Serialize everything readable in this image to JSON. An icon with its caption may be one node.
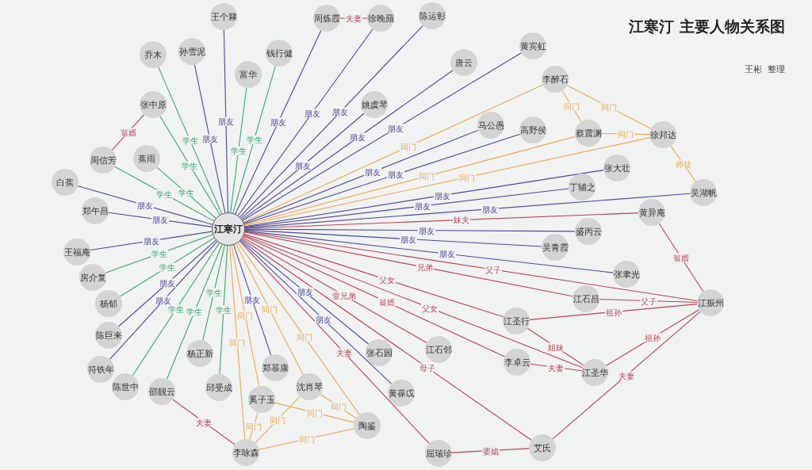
{
  "diagram": {
    "title": "江寒汀 主要人物关系图",
    "labels": [
      "王彬  整理"
    ],
    "nodes": [
      {
        "text": [
          "江寒汀"
        ]
      },
      {
        "text": [
          "王个簃"
        ]
      },
      {
        "text": [
          "周炼霞"
        ]
      },
      {
        "text": [
          "徐晚蘋"
        ]
      },
      {
        "text": [
          "陈运彰"
        ]
      },
      {
        "text": [
          "乔木"
        ]
      },
      {
        "text": [
          "孙雪泥"
        ]
      },
      {
        "text": [
          "富华"
        ]
      },
      {
        "text": [
          "钱行健"
        ]
      },
      {
        "text": [
          "张中原"
        ]
      },
      {
        "text": [
          "周信芳"
        ]
      },
      {
        "text": [
          "蕉雨"
        ]
      },
      {
        "text": [
          "白蕉"
        ]
      },
      {
        "text": [
          "郑午昌"
        ]
      },
      {
        "text": [
          "王福庵"
        ]
      },
      {
        "text": [
          "房介复"
        ]
      },
      {
        "text": [
          "杨郁"
        ]
      },
      {
        "text": [
          "陈巨来"
        ]
      },
      {
        "text": [
          "符铁年"
        ]
      },
      {
        "text": [
          "陈世中"
        ]
      },
      {
        "text": [
          "邵靓云"
        ]
      },
      {
        "text": [
          "杨正新"
        ]
      },
      {
        "text": [
          "邱受成"
        ]
      },
      {
        "text": [
          "郑慕康"
        ]
      },
      {
        "text": [
          "奚子玉"
        ]
      },
      {
        "text": [
          "沈肖琴"
        ]
      },
      {
        "text": [
          "陶鉴"
        ]
      },
      {
        "text": [
          "李咏森"
        ]
      },
      {
        "text": [
          "张石园"
        ]
      },
      {
        "text": [
          "黄葆戉"
        ]
      },
      {
        "text": [
          "江石邻"
        ]
      },
      {
        "text": [
          "屈瑞珍"
        ]
      },
      {
        "text": [
          "艾氏"
        ]
      },
      {
        "text": [
          "李卓云"
        ]
      },
      {
        "text": [
          "江圣华"
        ]
      },
      {
        "text": [
          "江圣行"
        ]
      },
      {
        "text": [
          "江石昌"
        ]
      },
      {
        "text": [
          "江振州"
        ]
      },
      {
        "text": [
          "黄异庵"
        ]
      },
      {
        "text": [
          "盛丙云"
        ]
      },
      {
        "text": [
          "吴青霞"
        ]
      },
      {
        "text": [
          "张聿光"
        ]
      },
      {
        "text": [
          "吴湖帆"
        ]
      },
      {
        "text": [
          "丁辅之"
        ]
      },
      {
        "text": [
          "张大壮"
        ]
      },
      {
        "text": [
          "徐邦达"
        ]
      },
      {
        "text": [
          "蔡震渊"
        ]
      },
      {
        "text": [
          "李醉石"
        ]
      },
      {
        "text": [
          "高野侯"
        ]
      },
      {
        "text": [
          "马公愚"
        ]
      },
      {
        "text": [
          "黄宾虹"
        ]
      },
      {
        "text": [
          "唐云"
        ]
      },
      {
        "text": [
          "姚虞琴"
        ]
      }
    ],
    "edges": [
      {
        "from": 0,
        "to": 1,
        "arrow": "none",
        "label": "朋友"
      },
      {
        "from": 0,
        "to": 2,
        "arrow": "none",
        "label": "朋友"
      },
      {
        "from": 0,
        "to": 3,
        "arrow": "none",
        "label": "朋友"
      },
      {
        "from": 0,
        "to": 4,
        "arrow": "none",
        "label": "朋友"
      },
      {
        "from": 0,
        "to": 5,
        "arrow": "none",
        "label": "学生",
        "color": "#3aa66a"
      },
      {
        "from": 0,
        "to": 6,
        "arrow": "none",
        "label": "朋友"
      },
      {
        "from": 0,
        "to": 7,
        "arrow": "none",
        "label": "学生",
        "color": "#3aa66a"
      },
      {
        "from": 0,
        "to": 8,
        "arrow": "none",
        "label": "学生",
        "color": "#3aa66a"
      },
      {
        "from": 0,
        "to": 9,
        "arrow": "none",
        "label": "学生",
        "color": "#3aa66a"
      },
      {
        "from": 0,
        "to": 10,
        "arrow": "none",
        "label": "学生",
        "color": "#3aa66a"
      },
      {
        "from": 0,
        "to": 11,
        "arrow": "none",
        "label": "学生",
        "color": "#3aa66a"
      },
      {
        "from": 0,
        "to": 12,
        "arrow": "none",
        "label": "朋友"
      },
      {
        "from": 0,
        "to": 13,
        "arrow": "none",
        "label": "朋友"
      },
      {
        "from": 0,
        "to": 14,
        "arrow": "none",
        "label": "朋友"
      },
      {
        "from": 0,
        "to": 15,
        "arrow": "none",
        "label": "学生",
        "color": "#3aa66a"
      },
      {
        "from": 0,
        "to": 16,
        "arrow": "none",
        "label": "学生",
        "color": "#3aa66a"
      },
      {
        "from": 0,
        "to": 17,
        "arrow": "none",
        "label": "朋友"
      },
      {
        "from": 0,
        "to": 18,
        "arrow": "none",
        "label": "朋友"
      },
      {
        "from": 0,
        "to": 19,
        "arrow": "none",
        "label": "学生",
        "color": "#3aa66a"
      },
      {
        "from": 0,
        "to": 20,
        "arrow": "none",
        "label": "学生",
        "color": "#3aa66a"
      },
      {
        "from": 0,
        "to": 21,
        "arrow": "none",
        "label": "学生",
        "color": "#3aa66a"
      },
      {
        "from": 0,
        "to": 22,
        "arrow": "none",
        "label": "学生",
        "color": "#3aa66a"
      },
      {
        "from": 0,
        "to": 23,
        "arrow": "none",
        "label": "朋友"
      },
      {
        "from": 0,
        "to": 24,
        "arrow": "none",
        "label": "同门",
        "color": "#eeaa55"
      },
      {
        "from": 0,
        "to": 25,
        "arrow": "none",
        "label": "同门",
        "color": "#eeaa55"
      },
      {
        "from": 0,
        "to": 26,
        "arrow": "none",
        "label": "同门",
        "color": "#eeaa55"
      },
      {
        "from": 0,
        "to": 27,
        "arrow": "none",
        "label": "同门",
        "color": "#eeaa55"
      },
      {
        "from": 0,
        "to": 28,
        "arrow": "none",
        "label": "朋友"
      },
      {
        "from": 0,
        "to": 29,
        "arrow": "none",
        "label": "朋友"
      },
      {
        "from": 0,
        "to": 30,
        "arrow": "none",
        "label": "堂兄弟",
        "color": "#b54455"
      },
      {
        "from": 0,
        "to": 31,
        "arrow": "none",
        "label": "夫妻",
        "color": "#b54455"
      },
      {
        "from": 0,
        "to": 32,
        "arrow": "none",
        "label": "母子",
        "color": "#b54455"
      },
      {
        "from": 0,
        "to": 33,
        "arrow": "none",
        "label": "翁婿",
        "color": "#b54455"
      },
      {
        "from": 0,
        "to": 34,
        "arrow": "none",
        "label": "父女",
        "color": "#b54455"
      },
      {
        "from": 0,
        "to": 35,
        "arrow": "none",
        "label": "父女",
        "color": "#b54455"
      },
      {
        "from": 0,
        "to": 36,
        "arrow": "none",
        "label": "兄弟",
        "color": "#b54455"
      },
      {
        "from": 0,
        "to": 37,
        "arrow": "none",
        "label": "父子",
        "color": "#b54455"
      },
      {
        "from": 0,
        "to": 38,
        "arrow": "none",
        "label": "妹夫",
        "color": "#b54455"
      },
      {
        "from": 0,
        "to": 39,
        "arrow": "none",
        "label": "朋友"
      },
      {
        "from": 0,
        "to": 40,
        "arrow": "none",
        "label": "朋友"
      },
      {
        "from": 0,
        "to": 41,
        "arrow": "none",
        "label": "朋友"
      },
      {
        "from": 0,
        "to": 42,
        "arrow": "none",
        "label": "朋友"
      },
      {
        "from": 0,
        "to": 43,
        "arrow": "none",
        "label": "朋友"
      },
      {
        "from": 0,
        "to": 44,
        "arrow": "none",
        "label": "朋友"
      },
      {
        "from": 0,
        "to": 45,
        "arrow": "none",
        "label": "同门",
        "color": "#eeaa55"
      },
      {
        "from": 0,
        "to": 46,
        "arrow": "none",
        "label": "同门",
        "color": "#eeaa55"
      },
      {
        "from": 0,
        "to": 47,
        "arrow": "none",
        "label": "同门",
        "color": "#eeaa55"
      },
      {
        "from": 0,
        "to": 48,
        "arrow": "none",
        "label": "朋友"
      },
      {
        "from": 0,
        "to": 49,
        "arrow": "none",
        "label": "朋友"
      },
      {
        "from": 0,
        "to": 50,
        "arrow": "none",
        "label": "朋友"
      },
      {
        "from": 0,
        "to": 51,
        "arrow": "none",
        "label": "朋友"
      },
      {
        "from": 0,
        "to": 52,
        "arrow": "none",
        "label": "朋友"
      },
      {
        "from": 2,
        "to": 3,
        "arrow": "none",
        "label": "夫妻",
        "color": "#b54455"
      },
      {
        "from": 9,
        "to": 10,
        "arrow": "none",
        "label": "翁婿",
        "color": "#b54455"
      },
      {
        "from": 47,
        "to": 46,
        "arrow": "none",
        "label": "同门",
        "color": "#eeaa55"
      },
      {
        "from": 47,
        "to": 45,
        "arrow": "none",
        "label": "同门",
        "color": "#eeaa55"
      },
      {
        "from": 46,
        "to": 45,
        "arrow": "none",
        "label": "同门",
        "color": "#eeaa55"
      },
      {
        "from": 45,
        "to": 42,
        "arrow": "none",
        "label": "师徒",
        "color": "#eeaa55"
      },
      {
        "from": 24,
        "to": 27,
        "arrow": "none",
        "label": "同门",
        "color": "#eeaa55"
      },
      {
        "from": 25,
        "to": 27,
        "arrow": "none",
        "label": "同门",
        "color": "#eeaa55"
      },
      {
        "from": 24,
        "to": 26,
        "arrow": "none",
        "label": "同门",
        "color": "#eeaa55"
      },
      {
        "from": 25,
        "to": 26,
        "arrow": "none",
        "label": "同门",
        "color": "#eeaa55"
      },
      {
        "from": 27,
        "to": 26,
        "arrow": "none",
        "label": "同门",
        "color": "#eeaa55"
      },
      {
        "from": 20,
        "to": 27,
        "arrow": "none",
        "label": "夫妻",
        "color": "#b54455"
      },
      {
        "from": 31,
        "to": 32,
        "arrow": "none",
        "label": "婆媳",
        "color": "#b54455"
      },
      {
        "from": 32,
        "to": 37,
        "arrow": "none",
        "label": "夫妻",
        "color": "#b54455"
      },
      {
        "from": 38,
        "to": 37,
        "arrow": "none",
        "label": "翁婿",
        "color": "#b54455"
      },
      {
        "from": 36,
        "to": 37,
        "arrow": "none",
        "label": "父子",
        "color": "#b54455"
      },
      {
        "from": 35,
        "to": 37,
        "arrow": "none",
        "label": "祖孙",
        "color": "#b54455"
      },
      {
        "from": 34,
        "to": 37,
        "arrow": "none",
        "label": "祖孙",
        "color": "#b54455"
      },
      {
        "from": 35,
        "to": 34,
        "arrow": "none",
        "label": "姐妹",
        "color": "#b54455"
      },
      {
        "from": 33,
        "to": 34,
        "arrow": "none",
        "label": "夫妻",
        "color": "#b54455"
      }
    ]
  }
}
